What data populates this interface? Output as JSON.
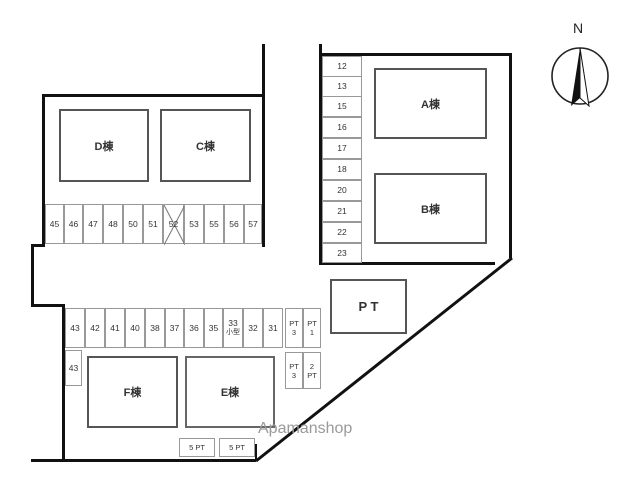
{
  "buildings": {
    "a": "A棟",
    "b": "B棟",
    "c": "C棟",
    "d": "D棟",
    "e": "E棟",
    "f": "F棟",
    "pt": "P T"
  },
  "parking": {
    "right_column": [
      "12",
      "13",
      "15",
      "16",
      "17",
      "18",
      "20",
      "21",
      "22",
      "23"
    ],
    "top_row": [
      "45",
      "46",
      "47",
      "48",
      "50",
      "51",
      "52",
      "53",
      "55",
      "56",
      "57"
    ],
    "middle_row": [
      "43",
      "42",
      "41",
      "40",
      "38",
      "37",
      "36",
      "35",
      "33",
      "32",
      "31"
    ],
    "middle_row_sub": "小型",
    "pt_top": [
      [
        "PT",
        "3"
      ],
      [
        "PT",
        "1"
      ]
    ],
    "pt_bottom": [
      [
        "PT",
        "3"
      ],
      [
        "2",
        "PT"
      ]
    ],
    "left_single": "43",
    "bottom_pt": [
      "5 PT",
      "5 PT"
    ]
  },
  "compass": {
    "north": "N"
  },
  "watermark": "Apamanshop"
}
